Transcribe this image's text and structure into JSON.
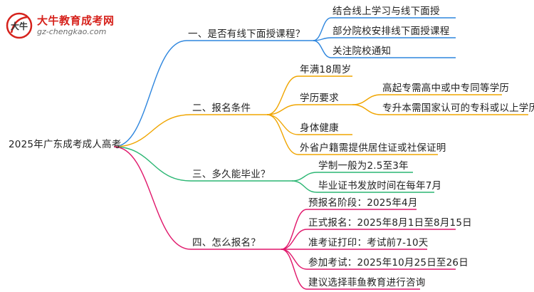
{
  "logo": {
    "name": "大牛教育成考网",
    "domain": "gz-chengkao.com",
    "seal_text": "大牛"
  },
  "colors": {
    "branch1": "#2e86de",
    "branch2": "#f0a500",
    "branch3": "#2bb673",
    "branch4": "#e0176b",
    "logo_red": "#d6221c"
  },
  "root": "2025年广东成考成人高考",
  "branches": [
    {
      "label": "一、是否有线下面授课程？",
      "children": [
        {
          "label": "结合线上学习与线下面授"
        },
        {
          "label": "部分院校安排线下面授课程"
        },
        {
          "label": "关注院校通知"
        }
      ]
    },
    {
      "label": "二、报名条件",
      "children": [
        {
          "label": "年满18周岁"
        },
        {
          "label": "学历要求",
          "children": [
            {
              "label": "高起专需高中或中专同等学历"
            },
            {
              "label": "专升本需国家认可的专科或以上学历"
            }
          ]
        },
        {
          "label": "身体健康"
        },
        {
          "label": "外省户籍需提供居住证或社保证明"
        }
      ]
    },
    {
      "label": "三、多久能毕业？",
      "children": [
        {
          "label": "学制一般为2.5至3年"
        },
        {
          "label": "毕业证书发放时间在每年7月"
        }
      ]
    },
    {
      "label": "四、怎么报名？",
      "children": [
        {
          "label": "预报名阶段：2025年4月"
        },
        {
          "label": "正式报名：2025年8月1日至8月15日"
        },
        {
          "label": "准考证打印：考试前7-10天"
        },
        {
          "label": "参加考试：2025年10月25日至26日"
        },
        {
          "label": "建议选择菲鱼教育进行咨询"
        }
      ]
    }
  ]
}
